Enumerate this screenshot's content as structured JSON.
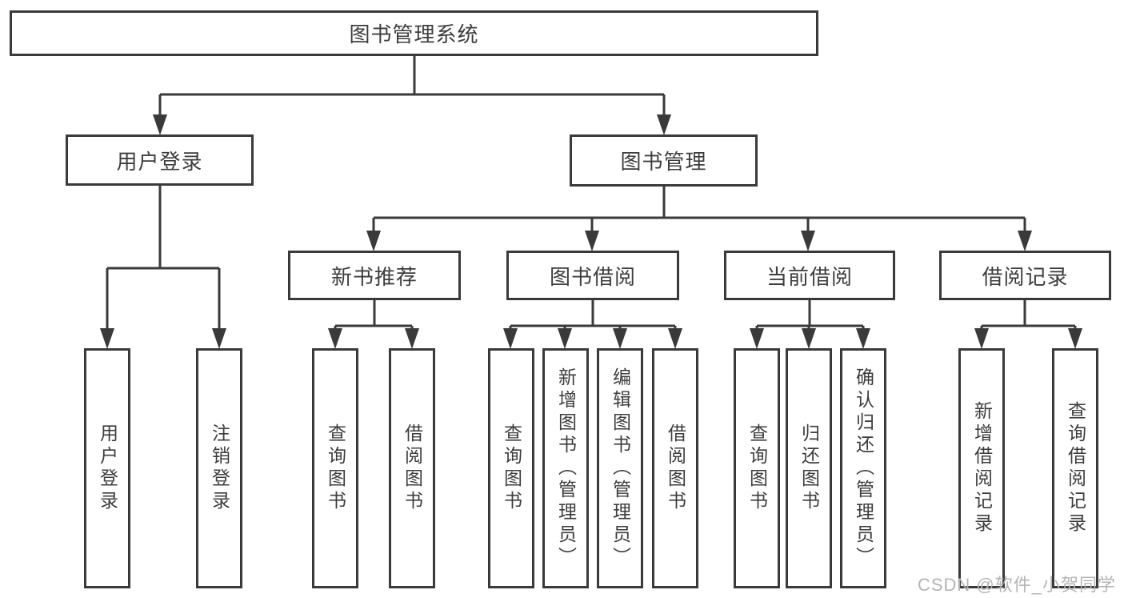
{
  "tree": {
    "label": "图书管理系统",
    "children": [
      {
        "label": "用户登录",
        "children": [
          {
            "label": "用户登录"
          },
          {
            "label": "注销登录"
          }
        ]
      },
      {
        "label": "图书管理",
        "children": [
          {
            "label": "新书推荐",
            "children": [
              {
                "label": "查询图书"
              },
              {
                "label": "借阅图书"
              }
            ]
          },
          {
            "label": "图书借阅",
            "children": [
              {
                "label": "查询图书"
              },
              {
                "label": "新增图书（管理员）"
              },
              {
                "label": "编辑图书（管理员）"
              },
              {
                "label": "借阅图书"
              }
            ]
          },
          {
            "label": "当前借阅",
            "children": [
              {
                "label": "查询图书"
              },
              {
                "label": "归还图书"
              },
              {
                "label": "确认归还（管理员）"
              }
            ]
          },
          {
            "label": "借阅记录",
            "children": [
              {
                "label": "新增借阅记录"
              },
              {
                "label": "查询借阅记录"
              }
            ]
          }
        ]
      }
    ]
  },
  "watermark": "CSDN @软件_小贺同学",
  "colors": {
    "line": "#3a3a3a",
    "text": "#3d3d3d",
    "background": "#ffffff",
    "watermark_text": "#b4b4b4"
  }
}
